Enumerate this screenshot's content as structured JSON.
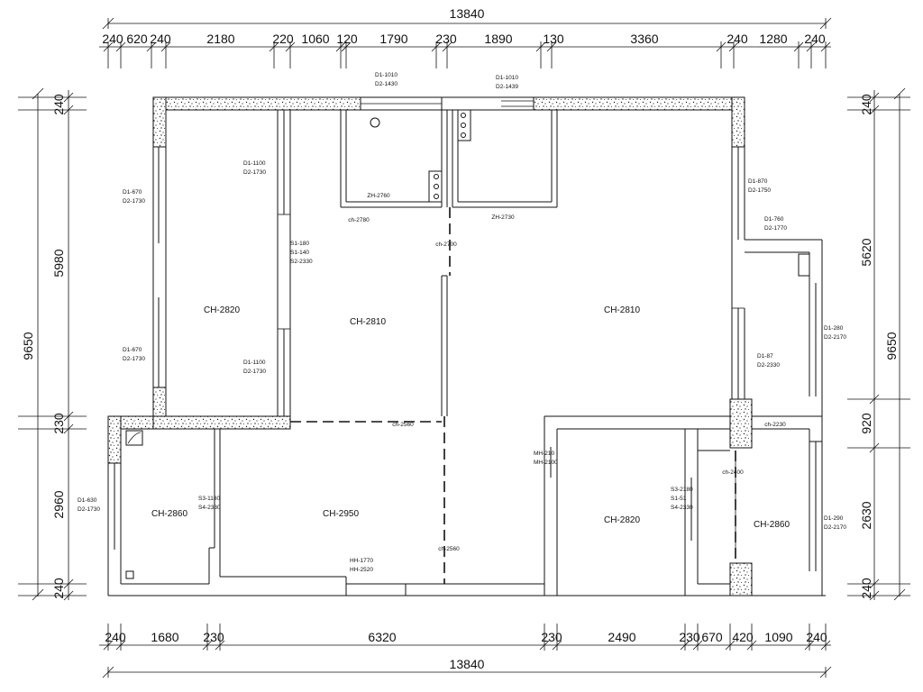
{
  "dimensions": {
    "top_total": "13840",
    "top_segments": [
      "240",
      "620",
      "240",
      "2180",
      "220",
      "1060",
      "120",
      "1790",
      "230",
      "1890",
      "130",
      "3360",
      "240",
      "1280",
      "240"
    ],
    "bottom_total": "13840",
    "bottom_segments": [
      "240",
      "1680",
      "230",
      "6320",
      "230",
      "2490",
      "230",
      "670",
      "420",
      "1090",
      "240"
    ],
    "left_total": "9650",
    "left_segments": [
      "240",
      "5980",
      "230",
      "2960",
      "240"
    ],
    "right_total": "9650",
    "right_segments": [
      "240",
      "5620",
      "920",
      "2630",
      "240"
    ]
  },
  "rooms": {
    "r1": "CH-2820",
    "r2": "CH-2810",
    "r3": "CH-2810",
    "r4": "CH-2860",
    "r5": "CH-2950",
    "r6": "CH-2820",
    "r7": "CH-2860"
  },
  "annotations": {
    "zh1": "ZH-2760",
    "zh2": "ZH-2730",
    "ch1": "ch-2780",
    "ch2": "ch-2700",
    "ch3": "ch-2560",
    "ch4": "ch-2560",
    "ch5": "ch-2400",
    "ch6": "ch-2230"
  },
  "notes": {
    "w_top1": [
      "D1-1010",
      "D2-1430"
    ],
    "w_top2": [
      "D1-1010",
      "D2-1439"
    ],
    "w_left1": [
      "D1-670",
      "D2-1730"
    ],
    "w_left2": [
      "D1-670",
      "D2-1730"
    ],
    "w_mid1": [
      "D1-1100",
      "D2-1730"
    ],
    "w_mid2": [
      "D1-1100",
      "D2-1730"
    ],
    "w_mid3": [
      "S1-180",
      "S1-140",
      "S2-2330"
    ],
    "w_right1": [
      "D1-870",
      "D2-1750"
    ],
    "w_right2": [
      "D1-760",
      "D2-1770"
    ],
    "w_right3": [
      "D1-280",
      "D2-2170"
    ],
    "w_right4": [
      "D1-87",
      "D2-2330"
    ],
    "w_left3": [
      "D1-630",
      "D2-1730"
    ],
    "w_low1": [
      "S3-1180",
      "S4-2330"
    ],
    "w_low2": [
      "MH-210",
      "MH-2100"
    ],
    "w_low3": [
      "S3-2180",
      "S1-51",
      "S4-2330"
    ],
    "w_low4": [
      "D1-290",
      "D2-2170"
    ],
    "w_door": [
      "HH-1770",
      "HH-2520"
    ]
  }
}
